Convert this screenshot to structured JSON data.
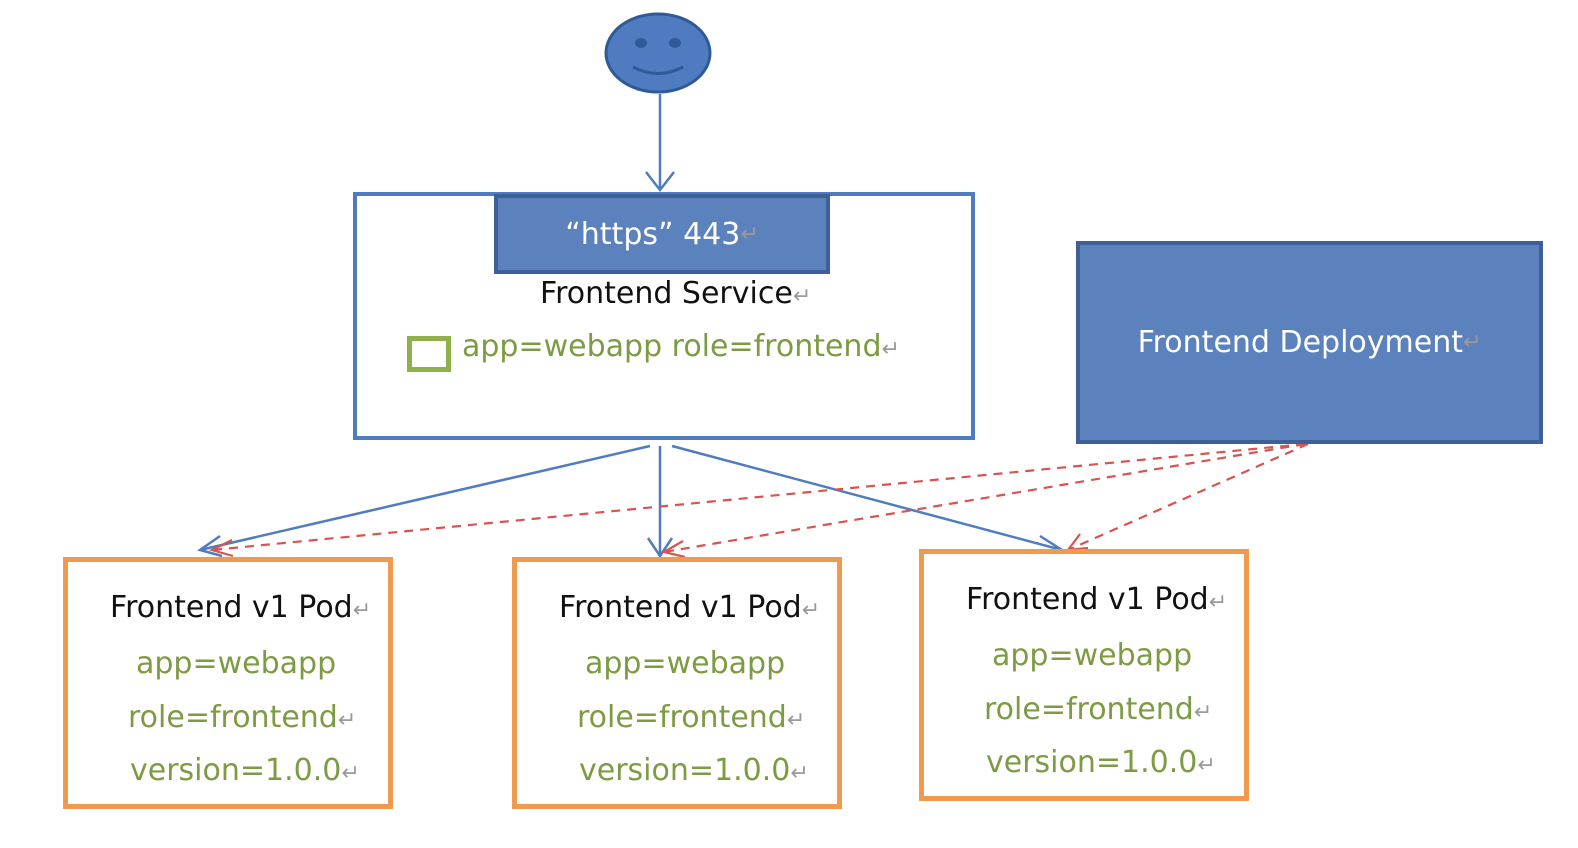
{
  "service": {
    "port_label": "“https” 443",
    "name": "Frontend Service",
    "selector": "app=webapp role=frontend"
  },
  "deployment": {
    "name": "Frontend Deployment"
  },
  "pods": [
    {
      "name": "Frontend v1 Pod",
      "labels": [
        "app=webapp",
        "role=frontend",
        "version=1.0.0"
      ]
    },
    {
      "name": "Frontend v1 Pod",
      "labels": [
        "app=webapp",
        "role=frontend",
        "version=1.0.0"
      ]
    },
    {
      "name": "Frontend v1 Pod",
      "labels": [
        "app=webapp",
        "role=frontend",
        "version=1.0.0"
      ]
    }
  ],
  "colors": {
    "service_border": "#4f7cc0",
    "blue_fill": "#5b82bd",
    "pod_border": "#ef9a4e",
    "label_green": "#7d9b43",
    "routing_line": "#4f7cc0",
    "managed_line": "#d9534f"
  },
  "icons": {
    "user": "smiley-face-icon",
    "selector": "label-square-icon",
    "return": "return-mark-icon"
  },
  "return_mark": "↵"
}
